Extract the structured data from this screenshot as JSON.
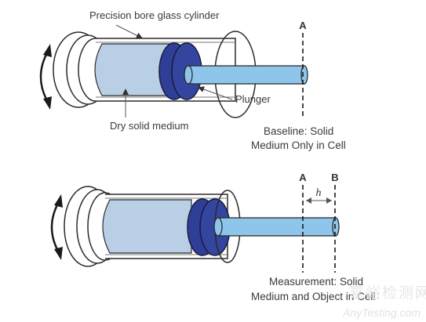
{
  "labels": {
    "cylinder": "Precision bore glass cylinder",
    "medium": "Dry solid medium",
    "plunger": "Plunger",
    "baseline_line1": "Baseline: Solid",
    "baseline_line2": "Medium Only in Cell",
    "measurement_line1": "Measurement: Solid",
    "measurement_line2": "Medium and Object in Cell",
    "marker_a_top": "A",
    "marker_a_bottom": "A",
    "marker_b": "B",
    "displacement": "h"
  },
  "watermark": {
    "cn": "嘉峪检测网",
    "en": "AnyTesting.com"
  },
  "colors": {
    "medium_fill": "#b9cfe6",
    "plunger_fill": "#2f3f98",
    "rod_fill": "#8dc6ea",
    "outline": "#2b2b2b"
  }
}
